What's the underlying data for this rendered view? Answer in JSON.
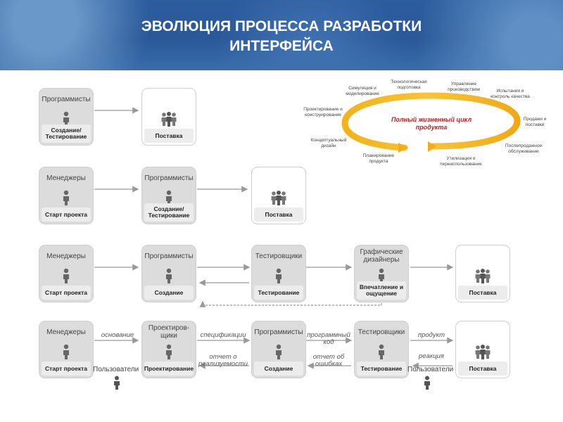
{
  "title": {
    "line1": "ЭВОЛЮЦИЯ ПРОЦЕССА РАЗРАБОТКИ",
    "line2": "ИНТЕРФЕЙСА"
  },
  "rows": [
    {
      "boxes": [
        {
          "top": "Программисты",
          "bottom": "Создание/ Тестирование"
        },
        {
          "top": "",
          "bottom": "Поставка"
        }
      ]
    },
    {
      "boxes": [
        {
          "top": "Менеджеры",
          "bottom": "Старт проекта"
        },
        {
          "top": "Программисты",
          "bottom": "Создание/ Тестирование"
        },
        {
          "top": "",
          "bottom": "Поставка"
        }
      ]
    },
    {
      "boxes": [
        {
          "top": "Менеджеры",
          "bottom": "Старт проекта"
        },
        {
          "top": "Программисты",
          "bottom": "Создание"
        },
        {
          "top": "Тестировщики",
          "bottom": "Тестирование"
        },
        {
          "top": "Графические дизайнеры",
          "bottom": "Впечатление и ощущение"
        },
        {
          "top": "",
          "bottom": "Поставка"
        }
      ]
    },
    {
      "boxes": [
        {
          "top": "Менеджеры",
          "bottom": "Старт проекта"
        },
        {
          "top": "Проектиров-щики",
          "bottom": "Проектирование"
        },
        {
          "top": "Программисты",
          "bottom": "Создание"
        },
        {
          "top": "Тестировщики",
          "bottom": "Тестирование"
        },
        {
          "top": "",
          "bottom": "Поставка"
        }
      ],
      "labels": {
        "basis": "основание",
        "specs": "спецификации",
        "report_feasibility": "отчет о реализуемости",
        "bug_code": "программный код",
        "bug_report": "отчет об ошибках",
        "product": "продукт",
        "reaction": "реакция",
        "users": "Пользователи"
      }
    }
  ],
  "lifecycle": {
    "center": "Полный жизненный цикл продукта",
    "stages": [
      "Технологическая подготовка",
      "Управление производством",
      "Испытания и контроль качества",
      "Продажи и поставки",
      "Послепродажное обслуживание",
      "Утилизация и переиспользование",
      "Планирование продукта",
      "Концептуальный дизайн",
      "Проектирование и конструирование",
      "Симуляция и моделирование"
    ]
  }
}
